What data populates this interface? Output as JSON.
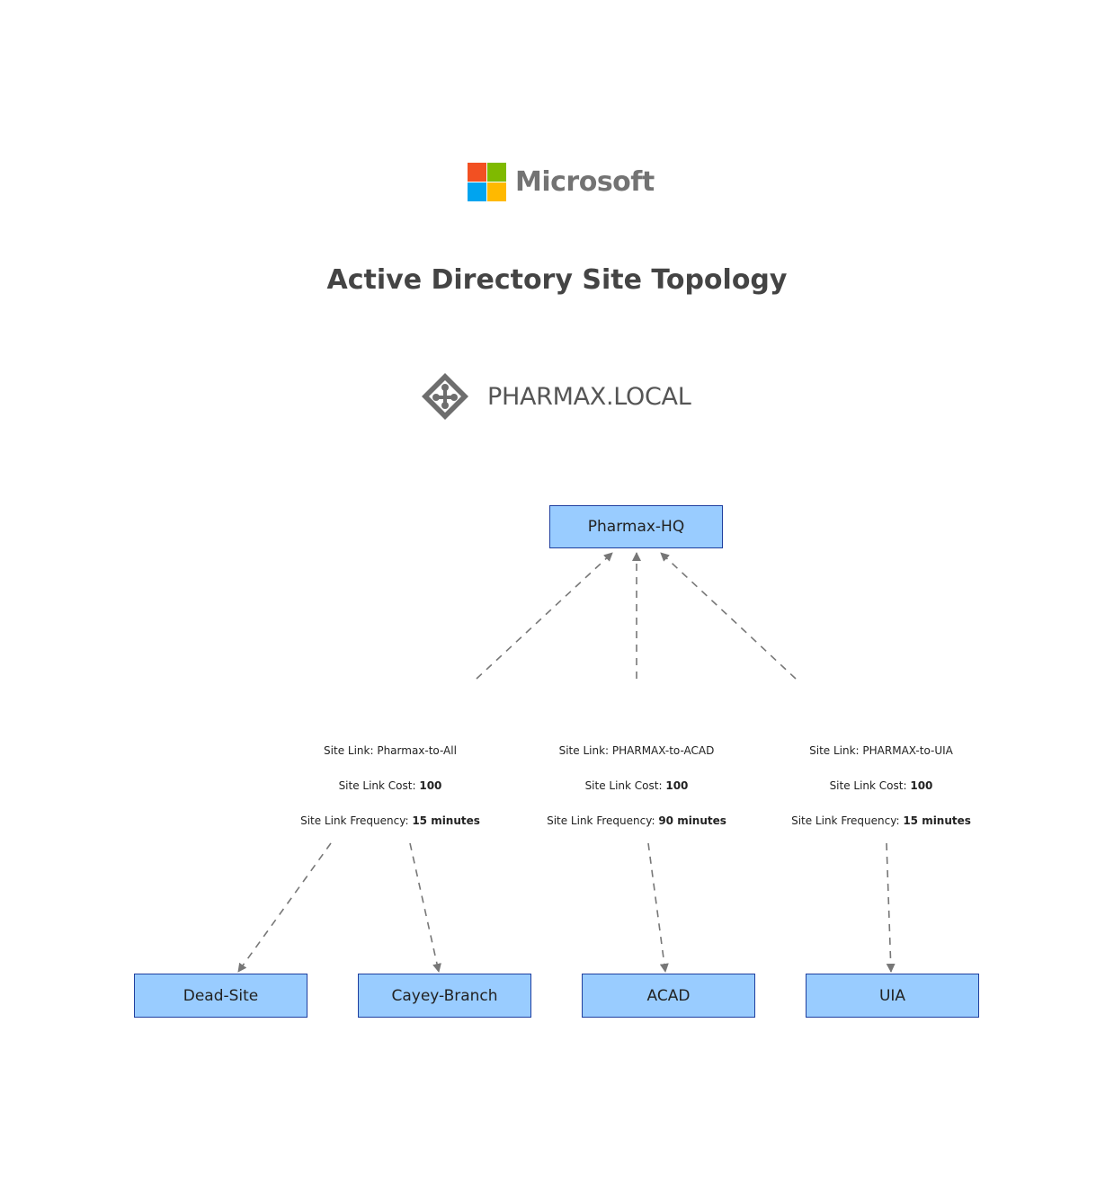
{
  "brand": {
    "name": "Microsoft",
    "tile_colors": [
      "#f25022",
      "#7fba00",
      "#00a4ef",
      "#ffb900"
    ]
  },
  "title": "Active Directory Site Topology",
  "domain": {
    "icon": "active-directory-icon",
    "name": "PHARMAX.LOCAL"
  },
  "colors": {
    "node_fill": "#99ccff",
    "node_border": "#1f3f9f",
    "edge": "#777777"
  },
  "hub": {
    "name": "Pharmax-HQ"
  },
  "site_links": [
    {
      "name_label": "Site Link: Pharmax-to-All",
      "cost_label": "Site Link Cost:",
      "cost": "100",
      "frequency_label": "Site Link Frequency:",
      "frequency": "15 minutes",
      "sites": [
        "Dead-Site",
        "Cayey-Branch"
      ]
    },
    {
      "name_label": "Site Link: PHARMAX-to-ACAD",
      "cost_label": "Site Link Cost:",
      "cost": "100",
      "frequency_label": "Site Link Frequency:",
      "frequency": "90 minutes",
      "sites": [
        "ACAD"
      ]
    },
    {
      "name_label": "Site Link: PHARMAX-to-UIA",
      "cost_label": "Site Link Cost:",
      "cost": "100",
      "frequency_label": "Site Link Frequency:",
      "frequency": "15 minutes",
      "sites": [
        "UIA"
      ]
    }
  ]
}
